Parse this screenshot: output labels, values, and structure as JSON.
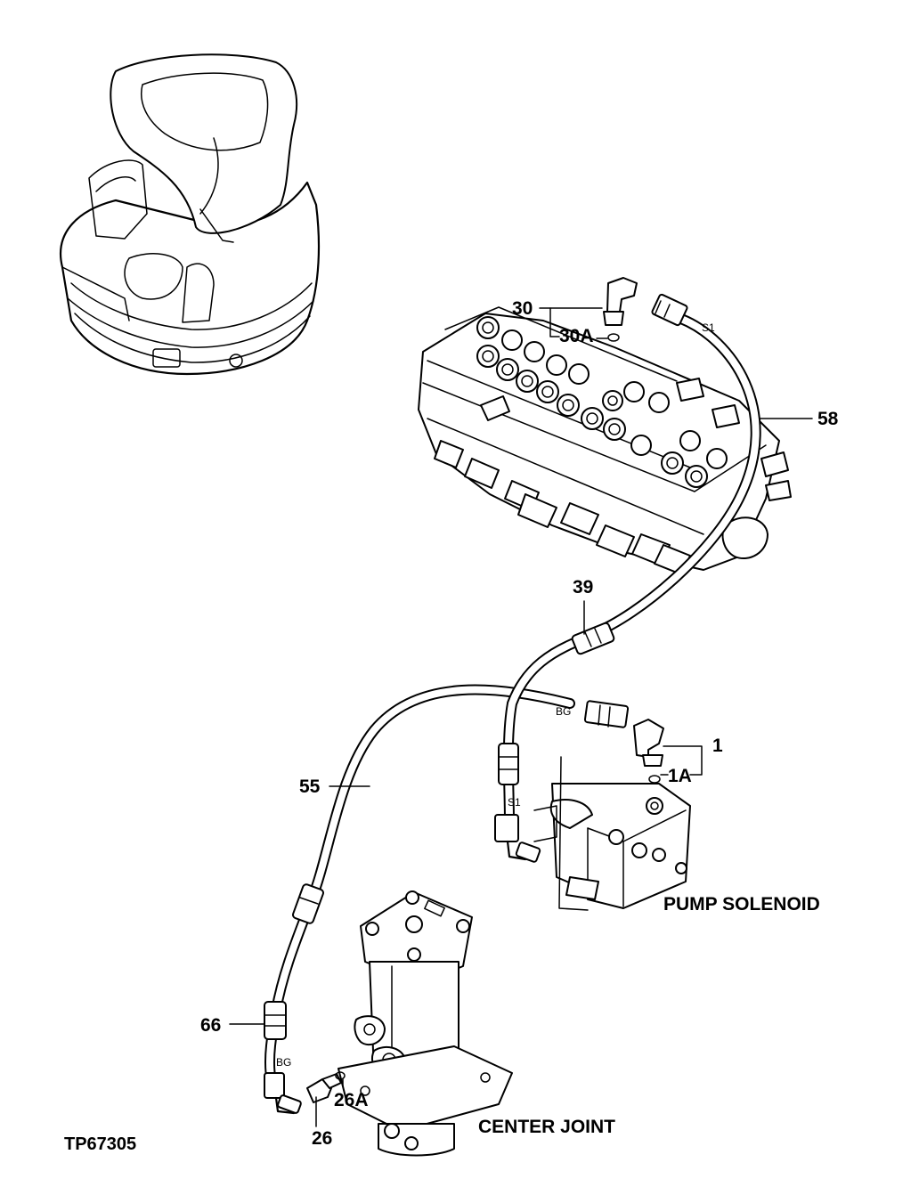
{
  "drawing": {
    "reference_id": "TP67305",
    "components": {
      "pump_solenoid_label": "PUMP SOLENOID",
      "center_joint_label": "CENTER JOINT"
    },
    "callouts": {
      "c1": "1",
      "c1a": "1A",
      "c26": "26",
      "c26a": "26A",
      "c30": "30",
      "c30a": "30A",
      "c39": "39",
      "c55": "55",
      "c58": "58",
      "c66": "66"
    },
    "hose_tags": {
      "s1_top": "S1",
      "s1_mid": "S1",
      "bg_mid": "BG",
      "bg_low": "BG"
    }
  }
}
